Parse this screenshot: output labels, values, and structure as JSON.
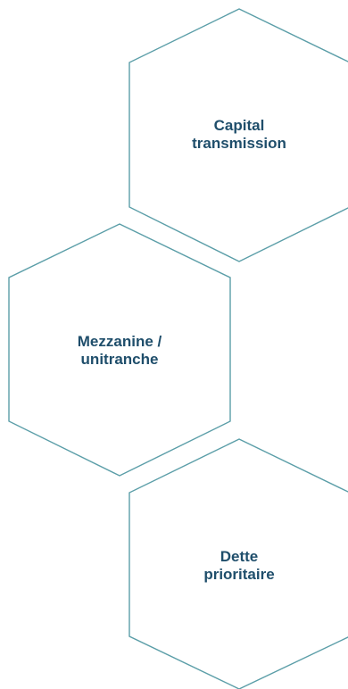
{
  "hexagons": [
    {
      "id": "capital-transmission",
      "lines": [
        "Capital",
        "transmission"
      ]
    },
    {
      "id": "mezzanine-unitranche",
      "lines": [
        "Mezzanine /",
        "unitranche"
      ]
    },
    {
      "id": "dette-prioritaire",
      "lines": [
        "Dette",
        "prioritaire"
      ]
    }
  ],
  "colors": {
    "outline": "#5b9ea8",
    "text": "#1f4e6b",
    "fill": "#ffffff"
  }
}
